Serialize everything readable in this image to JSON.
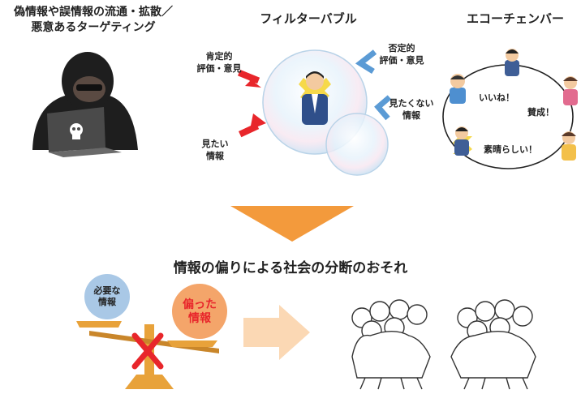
{
  "panels": {
    "misinfo_title_line1": "偽情報や誤情報の流通・拡散／",
    "misinfo_title_line2": "悪意あるターゲティング",
    "filter_bubble_title": "フィルターバブル",
    "echo_chamber_title": "エコーチェンバー"
  },
  "filter_bubble": {
    "positive_line1": "肯定的",
    "positive_line2": "評価・意見",
    "wanted_line1": "見たい",
    "wanted_line2": "情報",
    "negative_line1": "否定的",
    "negative_line2": "評価・意見",
    "unwanted_line1": "見たくない",
    "unwanted_line2": "情報"
  },
  "echo_chamber": {
    "phrase1": "いいね！",
    "phrase2": "賛成！",
    "phrase3": "素晴らしい！"
  },
  "conclusion": {
    "title": "情報の偏りによる社会の分断のおそれ",
    "needed_info_line1": "必要な",
    "needed_info_line2": "情報",
    "biased_info_line1": "偏った",
    "biased_info_line2": "情報"
  },
  "colors": {
    "orange_arrow": "#f39a3c",
    "red_arrow": "#e8262b",
    "blue_arrow": "#5b9bd5",
    "biased_circle": "#f4a56a",
    "needed_circle": "#a9c8e6",
    "scale_gold": "#e8a23a",
    "red_cross": "#e8262b"
  }
}
